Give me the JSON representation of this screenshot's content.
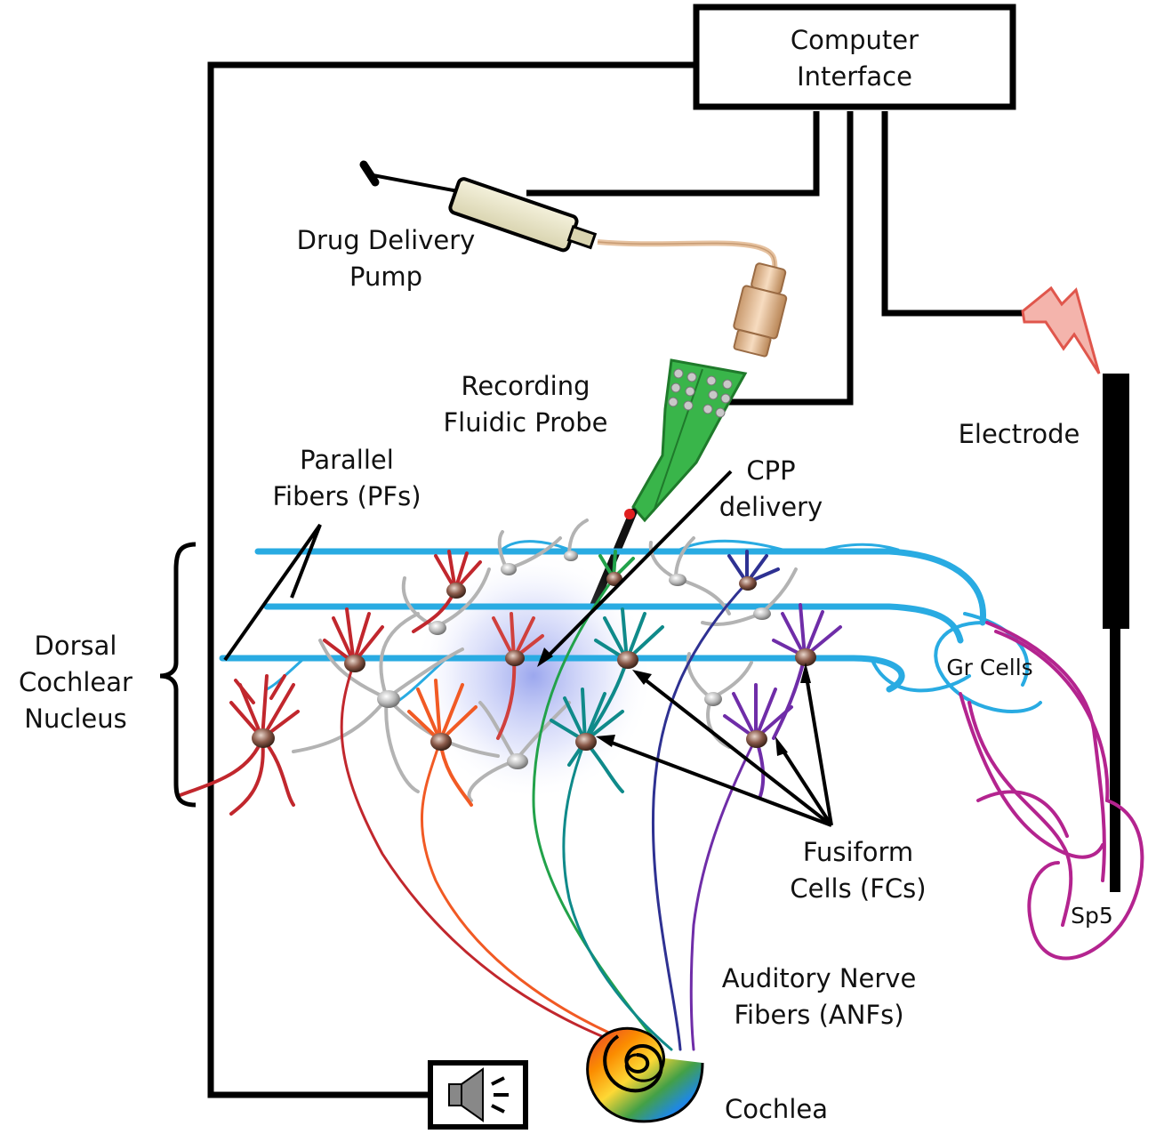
{
  "computer_interface": {
    "line1": "Computer",
    "line2": "Interface"
  },
  "drug_pump": {
    "line1": "Drug Delivery",
    "line2": "Pump"
  },
  "probe": {
    "line1": "Recording",
    "line2": "Fluidic Probe"
  },
  "electrode": {
    "label": "Electrode"
  },
  "parallel_fibers": {
    "line1": "Parallel",
    "line2": "Fibers (PFs)"
  },
  "cpp": {
    "line1": "CPP",
    "line2": "delivery"
  },
  "dcn": {
    "line1": "Dorsal",
    "line2": "Cochlear",
    "line3": "Nucleus"
  },
  "gr_cells": {
    "label": "Gr Cells"
  },
  "fusiform": {
    "line1": "Fusiform",
    "line2": "Cells (FCs)"
  },
  "sp5": {
    "label": "Sp5"
  },
  "anf": {
    "line1": "Auditory Nerve",
    "line2": "Fibers (ANFs)"
  },
  "cochlea": {
    "label": "Cochlea"
  },
  "colors": {
    "wire": "#000000",
    "parallel_fiber": "#29abe2",
    "fusiform_red": "#c1272d",
    "fusiform_orange": "#f15a24",
    "fusiform_teal": "#0f8a8a",
    "fusiform_purple": "#6f2da8",
    "fusiform_blue": "#2e3192",
    "anf_green": "#22a24a",
    "glia_gray": "#b3b3b3",
    "sp5_magenta": "#b4248f",
    "probe_green": "#39b54a",
    "glow": "#5a6ee0"
  }
}
